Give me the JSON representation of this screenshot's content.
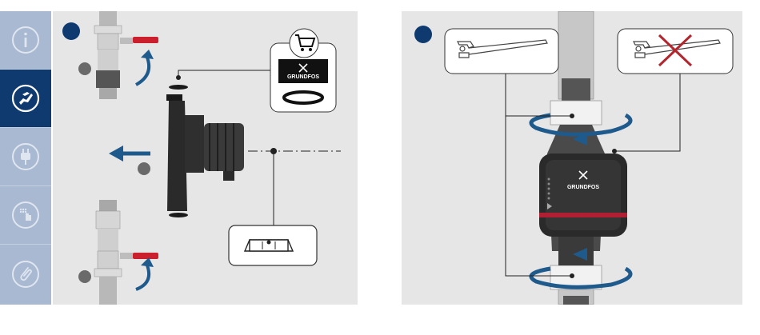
{
  "sidebar": {
    "items": [
      {
        "icon": "info-icon",
        "active": false
      },
      {
        "icon": "installation-hand-icon",
        "active": true
      },
      {
        "icon": "power-plug-icon",
        "active": false
      },
      {
        "icon": "touch-operation-icon",
        "active": false
      },
      {
        "icon": "paperclip-icon",
        "active": false
      }
    ]
  },
  "colors": {
    "sidebar_bg": "#a9b9d2",
    "sidebar_active": "#0e3a6f",
    "panel_bg": "#e6e6e6",
    "step_marker": "#0e3a6f",
    "arrow": "#1f5a8c",
    "valve_handle": "#cc1f2d",
    "forbidden": "#b3262e",
    "pump_body": "#2a2a2a",
    "pump_stripe": "#b01f32"
  },
  "panel1": {
    "icons": [
      "shopping-cart-icon",
      "grundfos-logo",
      "gasket-ring-icon",
      "spirit-level-icon",
      "flow-direction-arrow-icon"
    ],
    "logo_text": "GRUNDFOS"
  },
  "panel2": {
    "icons": [
      "pipe-wrench-icon",
      "pipe-wrench-crossed-icon",
      "tighten-arrow-icon"
    ],
    "logo_text": "GRUNDFOS"
  }
}
